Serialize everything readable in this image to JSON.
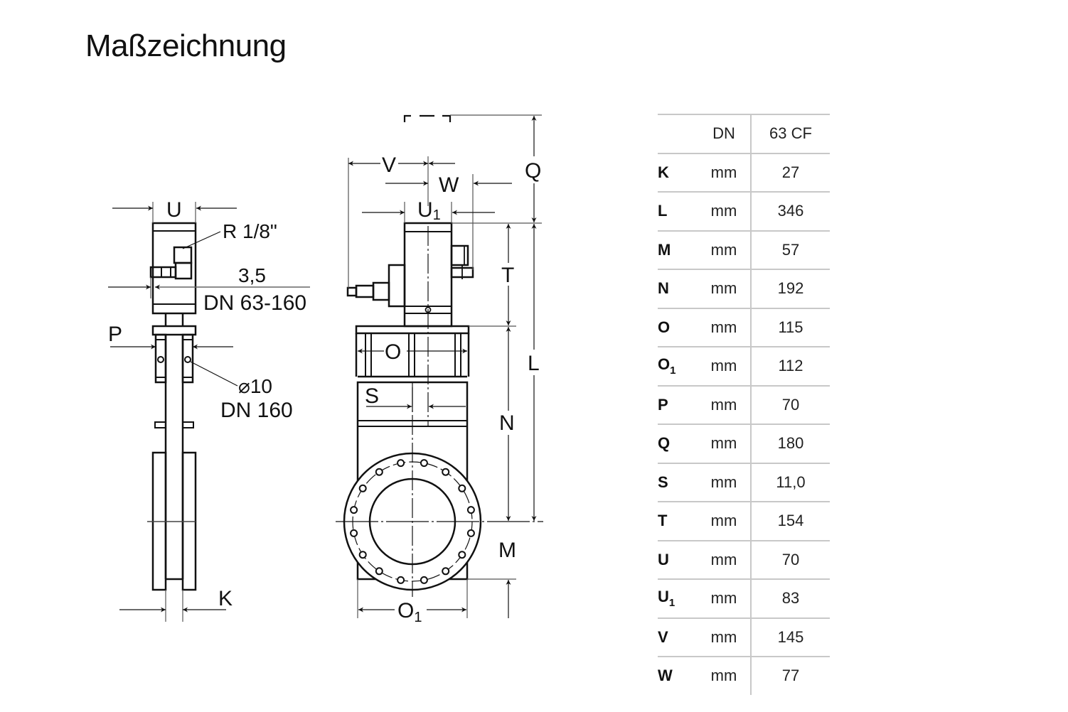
{
  "title": "Maßzeichnung",
  "drawing_labels": {
    "U": "U",
    "R18": "R 1/8\"",
    "d35": "3,5",
    "dn63160": "DN 63-160",
    "P": "P",
    "d10": "⌀10",
    "dn160": "DN 160",
    "K": "K",
    "V": "V",
    "W": "W",
    "U1_base": "U",
    "U1_sub": "1",
    "Q": "Q",
    "T": "T",
    "L": "L",
    "O": "O",
    "S": "S",
    "N": "N",
    "M": "M",
    "O1_base": "O",
    "O1_sub": "1"
  },
  "table": {
    "header": {
      "key": "",
      "unit": "DN",
      "value": "63 CF"
    },
    "rows": [
      {
        "key": "K",
        "sub": "",
        "unit": "mm",
        "value": "27"
      },
      {
        "key": "L",
        "sub": "",
        "unit": "mm",
        "value": "346"
      },
      {
        "key": "M",
        "sub": "",
        "unit": "mm",
        "value": "57"
      },
      {
        "key": "N",
        "sub": "",
        "unit": "mm",
        "value": "192"
      },
      {
        "key": "O",
        "sub": "",
        "unit": "mm",
        "value": "115"
      },
      {
        "key": "O",
        "sub": "1",
        "unit": "mm",
        "value": "112"
      },
      {
        "key": "P",
        "sub": "",
        "unit": "mm",
        "value": "70"
      },
      {
        "key": "Q",
        "sub": "",
        "unit": "mm",
        "value": "180"
      },
      {
        "key": "S",
        "sub": "",
        "unit": "mm",
        "value": "11,0"
      },
      {
        "key": "T",
        "sub": "",
        "unit": "mm",
        "value": "154"
      },
      {
        "key": "U",
        "sub": "",
        "unit": "mm",
        "value": "70"
      },
      {
        "key": "U",
        "sub": "1",
        "unit": "mm",
        "value": "83"
      },
      {
        "key": "V",
        "sub": "",
        "unit": "mm",
        "value": "145"
      },
      {
        "key": "W",
        "sub": "",
        "unit": "mm",
        "value": "77"
      }
    ]
  }
}
